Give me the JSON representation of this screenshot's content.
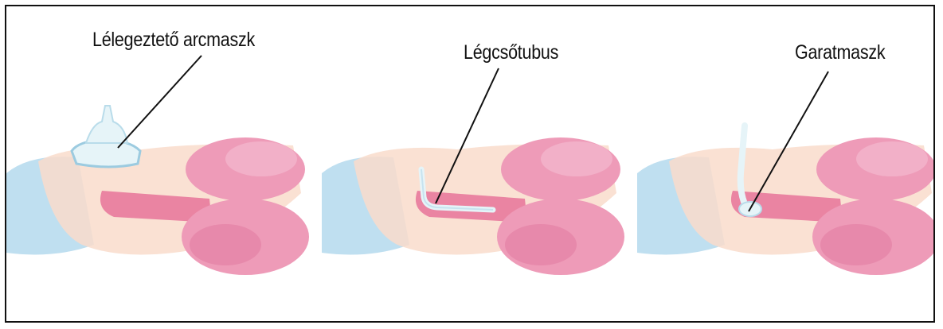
{
  "figure": {
    "panels": [
      {
        "id": "face-mask",
        "label": "Lélegeztető arcmaszk"
      },
      {
        "id": "endotracheal-tube",
        "label": "Légcsőtubus"
      },
      {
        "id": "laryngeal-mask",
        "label": "Garatmaszk"
      }
    ]
  },
  "colors": {
    "skin": "#f9dccb",
    "lung": "#ee9bb8",
    "lung_dark": "#e27aa0",
    "airway": "#e87a9c",
    "sheet": "#b8dcee",
    "device": "#e6f4f8",
    "line": "#111111"
  }
}
